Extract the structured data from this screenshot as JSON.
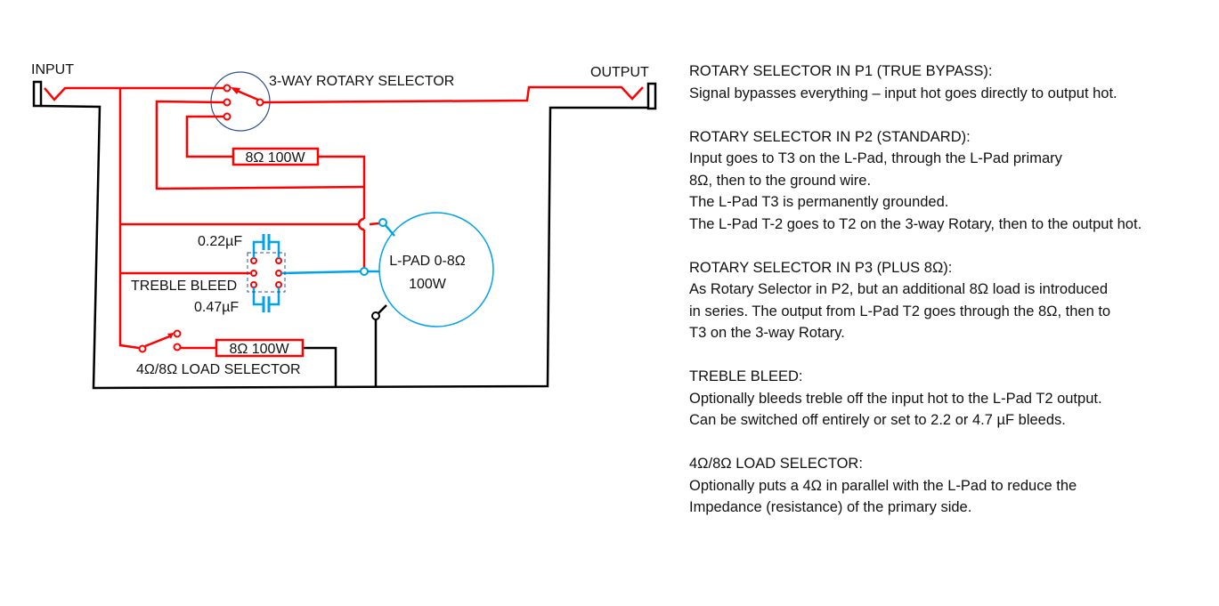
{
  "diagram": {
    "labels": {
      "input": "INPUT",
      "output": "OUTPUT",
      "rotary": "3-WAY ROTARY SELECTOR",
      "resistor_top": "8Ω 100W",
      "resistor_bottom": "8Ω 100W",
      "lpad_line1": "L-PAD 0-8Ω",
      "lpad_line2": "100W",
      "cap_top": "0.22µF",
      "cap_bottom": "0.47µF",
      "treble_bleed": "TREBLE BLEED",
      "load_selector": "4Ω/8Ω LOAD SELECTOR"
    },
    "colors": {
      "hot": "#ff0000",
      "ground": "#000000",
      "lpad": "#00a2e8",
      "rotary": "#2f4f8f"
    }
  },
  "notes": [
    {
      "title": "ROTARY SELECTOR IN P1 (TRUE BYPASS):",
      "lines": [
        "Signal bypasses everything – input hot goes directly to output hot."
      ]
    },
    {
      "title": "ROTARY SELECTOR IN P2 (STANDARD):",
      "lines": [
        "Input goes to T3 on the L-Pad, through the L-Pad primary",
        "8Ω, then to the ground wire.",
        "The L-Pad T3 is permanently grounded.",
        "The L-Pad T-2 goes to T2 on the 3-way Rotary, then to the output hot."
      ]
    },
    {
      "title": "ROTARY SELECTOR IN P3 (PLUS 8Ω):",
      "lines": [
        "As Rotary Selector in P2, but an additional 8Ω load is introduced",
        "in series.  The output from L-Pad T2 goes through the 8Ω, then to",
        "T3 on the 3-way Rotary."
      ]
    },
    {
      "title": "TREBLE BLEED:",
      "lines": [
        "Optionally bleeds treble off the input hot to the L-Pad T2 output.",
        "Can be switched off entirely or set to 2.2 or 4.7 µF bleeds."
      ]
    },
    {
      "title": "4Ω/8Ω LOAD SELECTOR:",
      "lines": [
        "Optionally puts a 4Ω in parallel with the L-Pad to reduce the",
        "Impedance (resistance) of the primary side."
      ]
    }
  ]
}
